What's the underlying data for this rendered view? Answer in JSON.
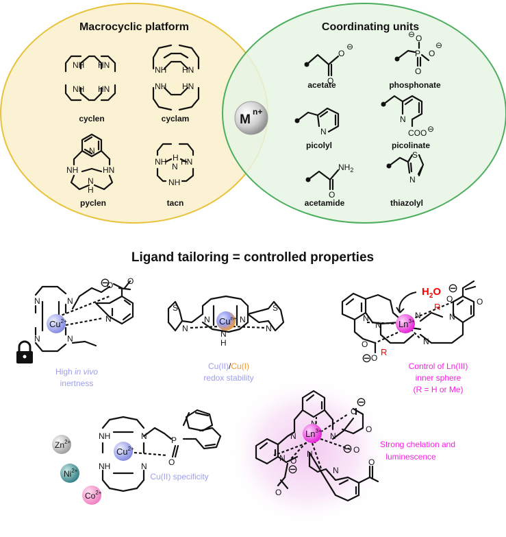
{
  "venn": {
    "left_title": "Macrocyclic platform",
    "right_title": "Coordinating units",
    "left_color": "#fbf1d3",
    "left_stroke": "#e8c23a",
    "right_color": "#e6f4e4",
    "right_stroke": "#4cae5c",
    "metal_label": "M",
    "metal_charge": "n+"
  },
  "macrocycles": [
    {
      "name": "cyclen"
    },
    {
      "name": "cyclam"
    },
    {
      "name": "pyclen"
    },
    {
      "name": "tacn"
    }
  ],
  "units": [
    {
      "name": "acetate"
    },
    {
      "name": "phosphonate"
    },
    {
      "name": "picolyl"
    },
    {
      "name": "picolinate"
    },
    {
      "name": "acetamide"
    },
    {
      "name": "thiazolyl"
    }
  ],
  "atoms": {
    "nh": "NH",
    "hn": "HN",
    "n": "N",
    "h": "H",
    "o": "O",
    "p": "P",
    "s": "S",
    "nh2": "NH",
    "nh2_sub": "2",
    "coo": "COO",
    "minus": "⊖"
  },
  "section_title": "Ligand tailoring = controlled properties",
  "complexes": {
    "cu_inert": {
      "metal": "Cu",
      "charge": "2+",
      "caption_line1_pre": "High ",
      "caption_line1_em": "in vivo",
      "caption_line2": "inertness"
    },
    "cu_redox": {
      "metal": "Cu",
      "charge": "n+",
      "caption_part1": "Cu(II)",
      "caption_sep": "/",
      "caption_part2": "Cu(I)",
      "caption_line2": "redox stability"
    },
    "ln_inner": {
      "metal": "Ln",
      "charge": "3+",
      "water": "H",
      "water_sub": "2",
      "water_o": "O",
      "r": "R",
      "caption_line1": "Control of Ln(III)",
      "caption_line2": "inner sphere",
      "caption_line3": "(R = H or Me)"
    },
    "cu_specific": {
      "metal": "Cu",
      "charge": "2+",
      "caption": "Cu(II) specificity"
    },
    "ln_lum": {
      "metal": "Ln",
      "charge": "3+",
      "caption_line1": "Strong chelation and",
      "caption_line2": "luminescence"
    }
  },
  "competing_ions": [
    {
      "symbol": "Zn",
      "charge": "2+"
    },
    {
      "symbol": "Ni",
      "charge": "2+"
    },
    {
      "symbol": "Co",
      "charge": "2+"
    }
  ],
  "colors": {
    "cu_inert_caption": "#9d9df0",
    "cu_redox_caption": "#9d9df0",
    "cu_redox_accent": "#f39a2b",
    "ln_caption": "#ff19e8",
    "water": "#ff0000",
    "r_group": "#ff0000",
    "cu_specific_caption": "#9d9df0"
  }
}
